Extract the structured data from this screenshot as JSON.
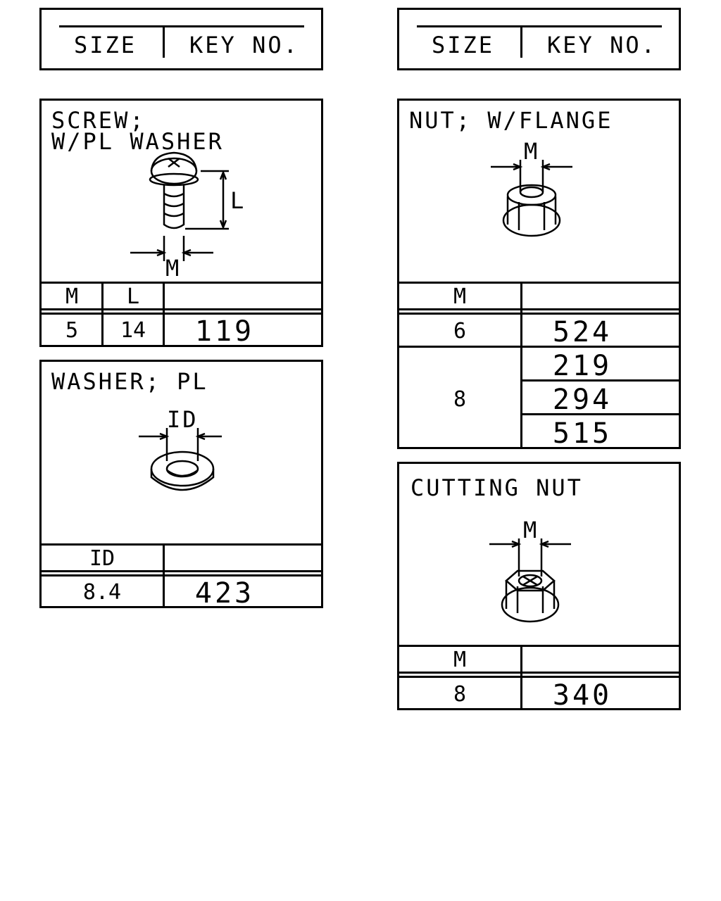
{
  "legends": [
    {
      "size_label": "SIZE",
      "key_label": "KEY NO."
    },
    {
      "size_label": "SIZE",
      "key_label": "KEY NO."
    }
  ],
  "screw": {
    "title_line1": "SCREW;",
    "title_line2": "W/PL WASHER",
    "dim_L": "L",
    "dim_M": "M",
    "col_m": "M",
    "col_l": "L",
    "row": {
      "m": "5",
      "l": "14",
      "key": "119"
    }
  },
  "washer": {
    "title": "WASHER; PL",
    "dim_id": "ID",
    "col_id": "ID",
    "row": {
      "id": "8.4",
      "key": "423"
    }
  },
  "nut_flange": {
    "title": "NUT; W/FLANGE",
    "dim_m": "M",
    "col_m": "M",
    "rows": [
      {
        "m": "6",
        "keys": [
          "524"
        ]
      },
      {
        "m": "8",
        "keys": [
          "219",
          "294",
          "515"
        ]
      }
    ]
  },
  "cutting_nut": {
    "title": "CUTTING NUT",
    "dim_m": "M",
    "col_m": "M",
    "row": {
      "m": "8",
      "key": "340"
    }
  }
}
